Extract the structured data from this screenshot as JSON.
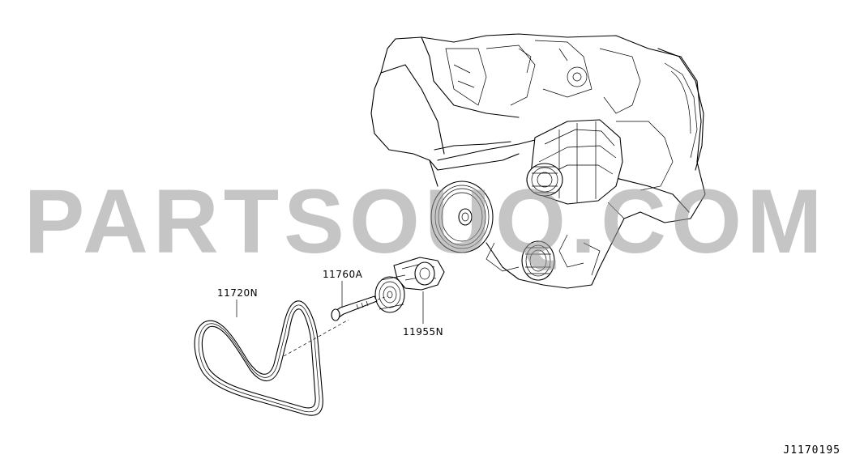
{
  "callouts": {
    "belt": "11720N",
    "bolt": "11760A",
    "tensioner": "11955N"
  },
  "watermark": "PARTSOUQ.COM",
  "figure_id": "J1170195",
  "colors": {
    "ink": "#000000",
    "watermark": "#969696",
    "background": "#ffffff"
  }
}
